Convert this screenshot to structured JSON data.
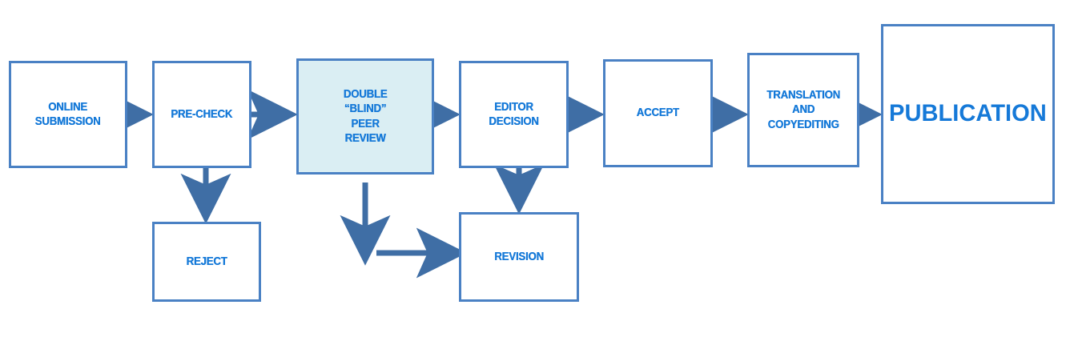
{
  "diagram": {
    "title": "Journal editorial workflow flowchart",
    "colors": {
      "box_border": "#4a81c4",
      "box_fill": "#ffffff",
      "highlight_fill": "#daeef3",
      "text": "#1579d8",
      "arrow": "#3f6ea5",
      "background": "#ffffff"
    },
    "nodes": [
      {
        "id": "online-submission",
        "label": "ONLINE\nSUBMISSION",
        "highlight": false
      },
      {
        "id": "pre-check",
        "label": "PRE-CHECK",
        "highlight": false
      },
      {
        "id": "peer-review",
        "label": "DOUBLE\n“BLIND”\nPEER\nREVIEW",
        "highlight": true
      },
      {
        "id": "editor-decision",
        "label": "EDITOR\nDECISION",
        "highlight": false
      },
      {
        "id": "accept",
        "label": "ACCEPT",
        "highlight": false
      },
      {
        "id": "translation",
        "label": "TRANSLATION\nAND\nCOPYEDITING",
        "highlight": false
      },
      {
        "id": "publication",
        "label": "PUBLICATION",
        "highlight": false
      },
      {
        "id": "reject",
        "label": "REJECT",
        "highlight": false
      },
      {
        "id": "revision",
        "label": "REVISION",
        "highlight": false
      }
    ],
    "edges": [
      {
        "from": "online-submission",
        "to": "pre-check",
        "direction": "right"
      },
      {
        "from": "pre-check",
        "to": "peer-review",
        "direction": "right"
      },
      {
        "from": "pre-check",
        "to": "reject",
        "direction": "down"
      },
      {
        "from": "peer-review",
        "to": "editor-decision",
        "direction": "right"
      },
      {
        "from": "editor-decision",
        "to": "accept",
        "direction": "right"
      },
      {
        "from": "editor-decision",
        "to": "revision",
        "direction": "down"
      },
      {
        "from": "accept",
        "to": "translation",
        "direction": "right"
      },
      {
        "from": "translation",
        "to": "publication",
        "direction": "right"
      },
      {
        "from": "revision",
        "to": "peer-review",
        "direction": "left-then-up"
      }
    ]
  }
}
